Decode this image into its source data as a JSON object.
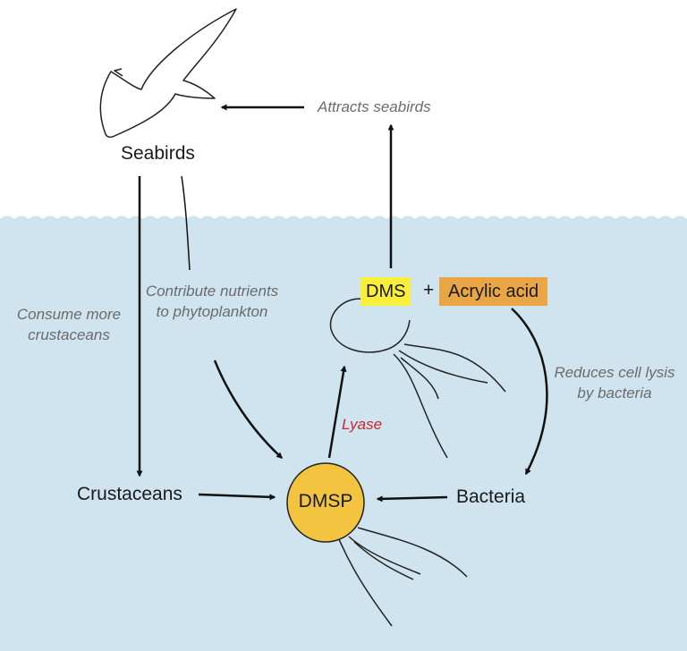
{
  "colors": {
    "sky": "#ffffff",
    "water": "#cfe4ee",
    "arrow": "#111111",
    "dms_box": "#f9ee3a",
    "acrylic_box": "#eaa645",
    "dmsp_cell": "#f2c43f",
    "lyase_text": "#c8282c",
    "annotation_text": "#6b6b6b"
  },
  "icons": [
    "seabird-icon",
    "phytoplankton-cell-icon"
  ],
  "nodes": {
    "seabirds": "Seabirds",
    "crustaceans": "Crustaceans",
    "bacteria": "Bacteria",
    "dmsp": "DMSP",
    "dms": "DMS",
    "plus": "+",
    "acrylic_acid": "Acrylic acid"
  },
  "annotations": {
    "attracts_seabirds": "Attracts seabirds",
    "consume_more": "Consume more crustaceans",
    "contribute": "Contribute nutrients to phytoplankton",
    "lyase": "Lyase",
    "reduces_lysis": "Reduces cell lysis by bacteria"
  }
}
